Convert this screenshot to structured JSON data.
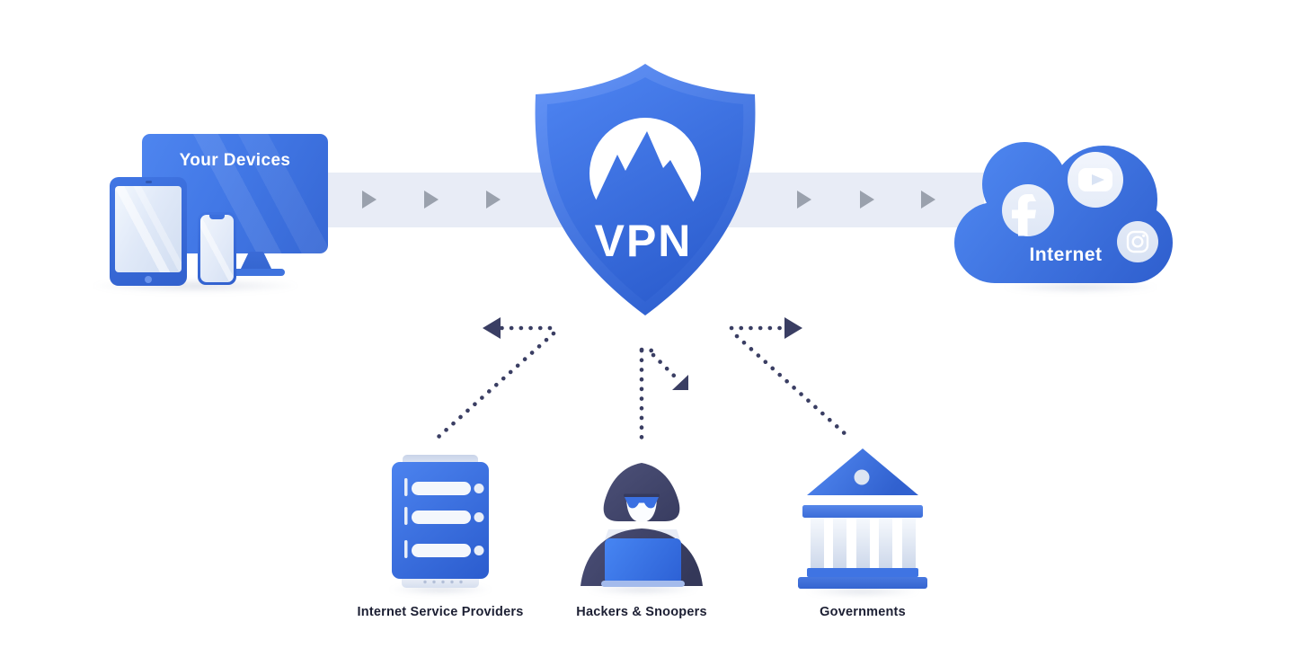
{
  "diagram": {
    "left_node": {
      "title": "Your Devices",
      "devices": [
        "monitor",
        "tablet",
        "smartphone"
      ]
    },
    "vpn_node": {
      "label": "VPN"
    },
    "internet_node": {
      "title": "Internet",
      "services": [
        "Facebook",
        "YouTube",
        "Instagram"
      ]
    },
    "threats": [
      {
        "label": "Internet Service Providers",
        "icon": "server-icon"
      },
      {
        "label": "Hackers & Snoopers",
        "icon": "hacker-icon"
      },
      {
        "label": "Governments",
        "icon": "government-building-icon"
      }
    ],
    "flow": {
      "chevrons_left_of_shield": 3,
      "chevrons_right_of_shield": 3,
      "deflected_arrows": 3
    },
    "colors": {
      "brand_blue": "#3b70dd",
      "band_fill": "#e8ecf6",
      "chevron_gray": "#9aa1ad",
      "arrow_navy": "#3a3e63",
      "label_text": "#1c1f33",
      "light_circle": "#e3eaf7",
      "white": "#ffffff"
    },
    "icons": [
      "monitor-icon",
      "tablet-icon",
      "smartphone-icon",
      "vpn-shield-icon",
      "mountain-logo-icon",
      "cloud-icon",
      "facebook-icon",
      "youtube-icon",
      "instagram-icon",
      "server-icon",
      "hacker-icon",
      "government-building-icon",
      "flow-chevron-icon",
      "deflect-arrow-icon"
    ]
  }
}
